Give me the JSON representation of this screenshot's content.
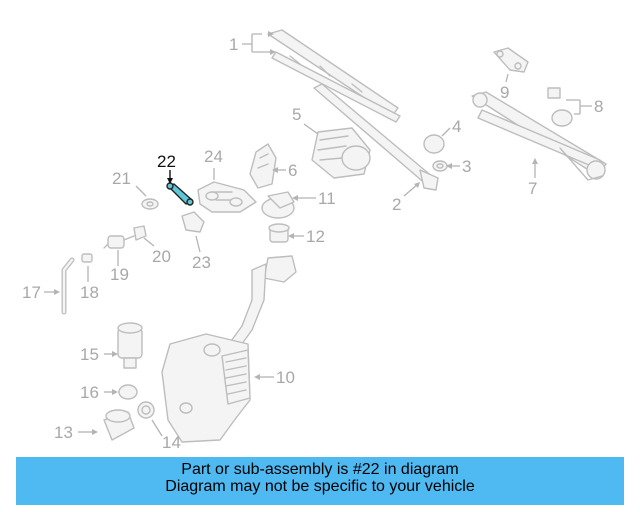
{
  "callouts": {
    "c1": "1",
    "c2": "2",
    "c3": "3",
    "c4": "4",
    "c5": "5",
    "c6": "6",
    "c7": "7",
    "c8": "8",
    "c9": "9",
    "c10": "10",
    "c11": "11",
    "c12": "12",
    "c13": "13",
    "c14": "14",
    "c15": "15",
    "c16": "16",
    "c17": "17",
    "c18": "18",
    "c19": "19",
    "c20": "20",
    "c21": "21",
    "c22": "22",
    "c23": "23",
    "c24": "24"
  },
  "highlight": {
    "part_number": "22",
    "color": "#5ec7d8"
  },
  "banner": {
    "line1": "Part or sub-assembly is #22 in diagram",
    "line2": "Diagram may not be specific to your vehicle",
    "background": "#4fb9f2"
  }
}
